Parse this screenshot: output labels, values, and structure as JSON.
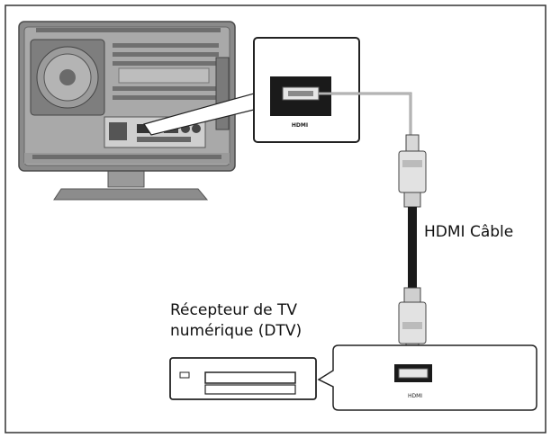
{
  "labels": {
    "cable": "HDMI Câble",
    "receiver_line1": "Récepteur de TV",
    "receiver_line2": "numérique (DTV)",
    "tv_port": "HDMI",
    "receiver_port": "HDMI"
  }
}
